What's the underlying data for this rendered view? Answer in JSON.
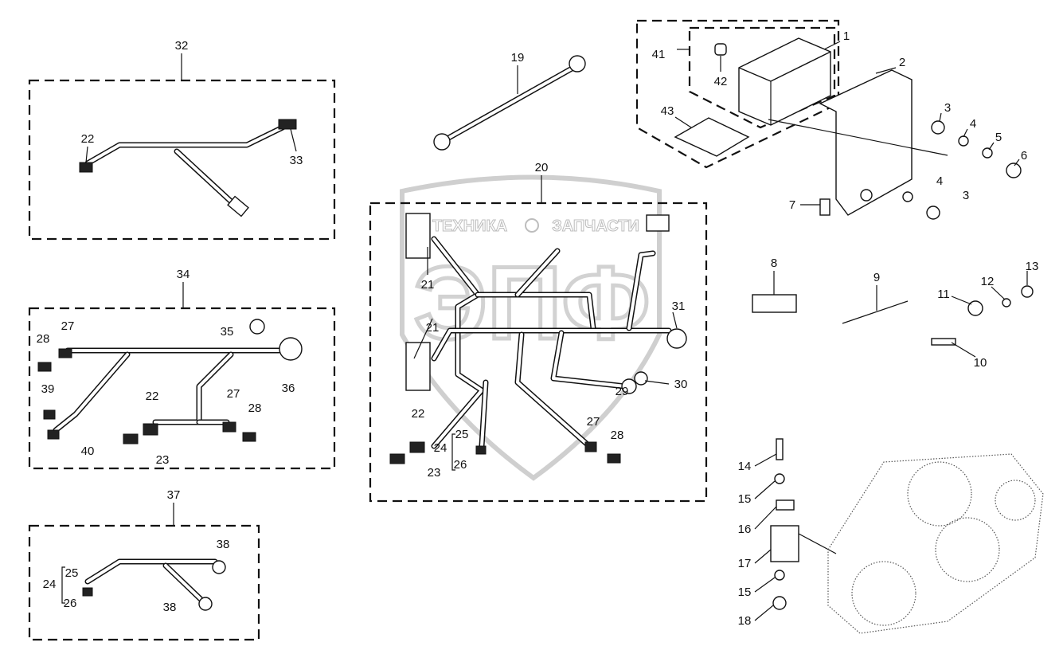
{
  "watermark": {
    "left_text": "ТЕХНИКА",
    "right_text": "ЗАПЧАСТИ",
    "letters": "ЭПФ",
    "color": "#bdbdbd"
  },
  "callouts": {
    "c1": "1",
    "c2": "2",
    "c3a": "3",
    "c4a": "4",
    "c5": "5",
    "c6": "6",
    "c7": "7",
    "c4b": "4",
    "c3b": "3",
    "c8": "8",
    "c9": "9",
    "c10": "10",
    "c11": "11",
    "c12": "12",
    "c13": "13",
    "c14": "14",
    "c15a": "15",
    "c16": "16",
    "c17": "17",
    "c15b": "15",
    "c18": "18",
    "c19": "19",
    "c20": "20",
    "c21a": "21",
    "c21b": "21",
    "c22c": "22",
    "c23c": "23",
    "c24c": "24",
    "c25c": "25",
    "c26c": "26",
    "c27c": "27",
    "c28c": "28",
    "c29": "29",
    "c30": "30",
    "c31": "31",
    "c32": "32",
    "c22a": "22",
    "c33": "33",
    "c34": "34",
    "c35": "35",
    "c27b": "27",
    "c28b": "28",
    "c36": "36",
    "c39": "39",
    "c22b": "22",
    "c27d": "27",
    "c28d": "28",
    "c40": "40",
    "c23b": "23",
    "c37": "37",
    "c38a": "38",
    "c24d": "24",
    "c25d": "25",
    "c26d": "26",
    "c38b": "38",
    "c41": "41",
    "c42": "42",
    "c43": "43"
  }
}
